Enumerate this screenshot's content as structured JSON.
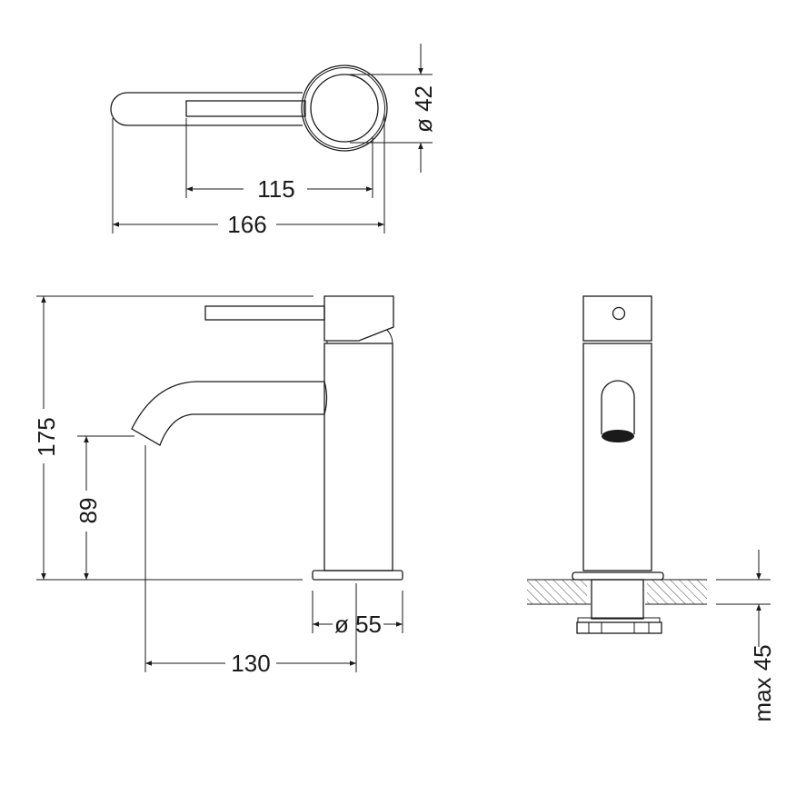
{
  "drawing": {
    "dimensions": {
      "handle_diameter": "ø 42",
      "lever_length": "115",
      "overall_length": "166",
      "total_height": "175",
      "spout_height": "89",
      "base_diameter": "ø 55",
      "spout_reach": "130",
      "max_counter_thickness": "max 45"
    },
    "colors": {
      "line": "#1a1a1a",
      "background": "#ffffff"
    }
  }
}
